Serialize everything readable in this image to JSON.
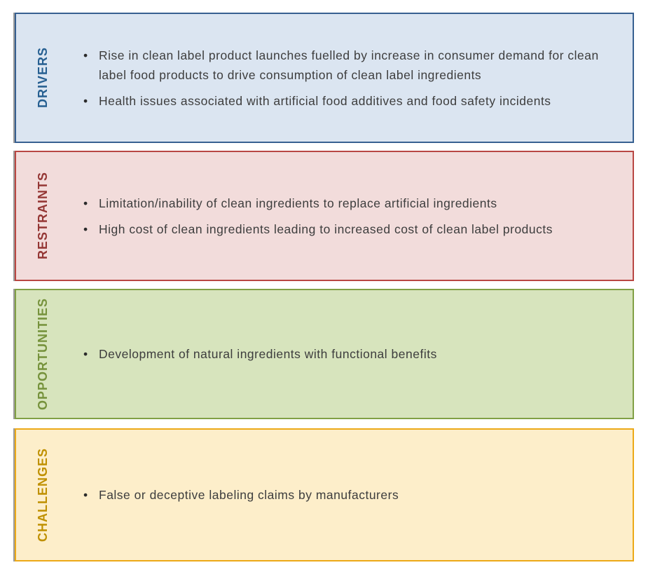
{
  "text_color": "#3d3d3d",
  "shadow_color": "#9b9b9b",
  "sections": [
    {
      "id": "drivers",
      "label": "DRIVERS",
      "label_color": "#265f91",
      "bg_color": "#dbe5f1",
      "border_color": "#376091",
      "bullets": [
        "Rise in clean label product launches fuelled by increase in consumer demand for clean label food products to drive consumption of clean label ingredients",
        "Health issues associated with artificial food additives and food safety incidents"
      ]
    },
    {
      "id": "restraints",
      "label": "RESTRAINTS",
      "label_color": "#943634",
      "bg_color": "#f2dcdb",
      "border_color": "#b94743",
      "bullets": [
        "Limitation/inability of clean ingredients to replace artificial ingredients",
        "High cost of clean ingredients leading to increased cost of clean label products"
      ]
    },
    {
      "id": "opportunities",
      "label": "OPPORTUNITIES",
      "label_color": "#76923c",
      "bg_color": "#d7e4bd",
      "border_color": "#81a045",
      "bullets": [
        "Development of natural ingredients with functional benefits"
      ]
    },
    {
      "id": "challenges",
      "label": "CHALLENGES",
      "label_color": "#bf9000",
      "bg_color": "#fdeeca",
      "border_color": "#eca918",
      "bullets": [
        "False or deceptive labeling claims by manufacturers"
      ]
    }
  ]
}
